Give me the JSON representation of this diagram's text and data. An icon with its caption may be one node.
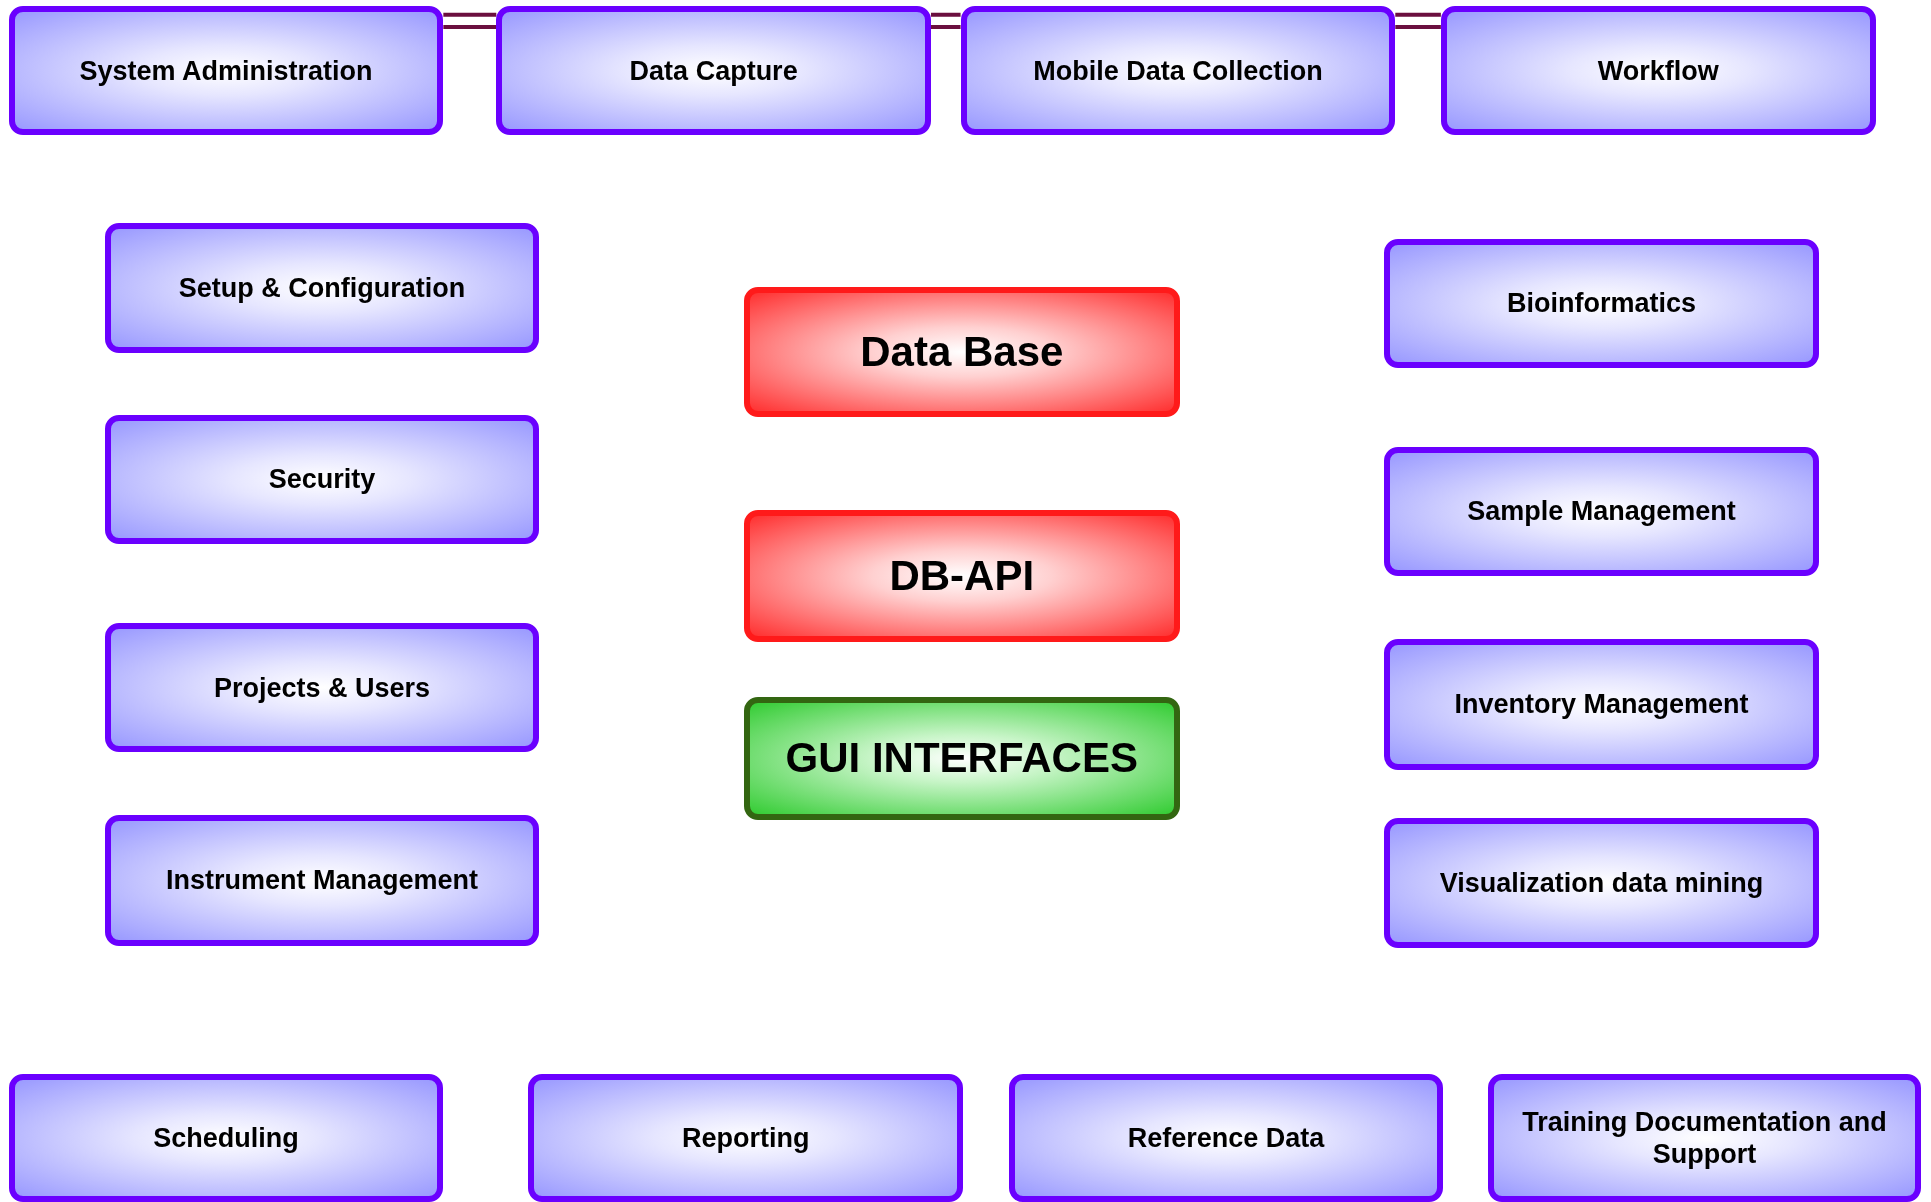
{
  "diagram": {
    "nodes": [
      {
        "text": [
          "System Administration"
        ]
      },
      {
        "text": [
          "Data Capture"
        ]
      },
      {
        "text": [
          "Mobile Data Collection"
        ]
      },
      {
        "text": [
          "Workflow"
        ]
      },
      {
        "text": [
          "Setup & Configuration"
        ]
      },
      {
        "text": [
          "Data Base"
        ]
      },
      {
        "text": [
          "Bioinformatics"
        ]
      },
      {
        "text": [
          "Security"
        ]
      },
      {
        "text": [
          "Sample Management"
        ]
      },
      {
        "text": [
          "DB-API"
        ]
      },
      {
        "text": [
          "Projects & Users"
        ]
      },
      {
        "text": [
          "Inventory Management"
        ]
      },
      {
        "text": [
          "GUI INTERFACES"
        ]
      },
      {
        "text": [
          "Instrument Management"
        ]
      },
      {
        "text": [
          "Visualization data mining"
        ]
      },
      {
        "text": [
          "Scheduling"
        ]
      },
      {
        "text": [
          "Reporting"
        ]
      },
      {
        "text": [
          "Reference Data"
        ]
      },
      {
        "text": [
          "Training Documentation and Support"
        ]
      }
    ],
    "edges": [
      {
        "from": 0,
        "to": 1,
        "arrow": "none"
      },
      {
        "from": 1,
        "to": 2,
        "arrow": "none"
      },
      {
        "from": 2,
        "to": 3,
        "arrow": "none"
      }
    ]
  }
}
